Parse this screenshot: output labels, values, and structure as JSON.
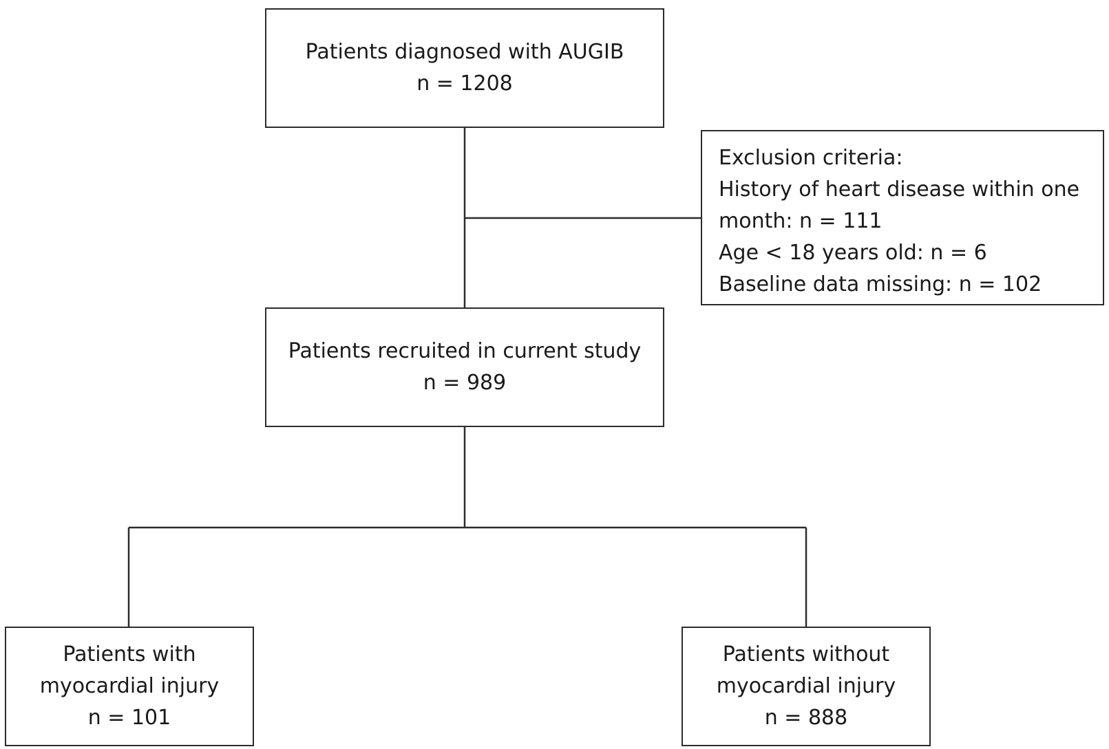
{
  "nodes": {
    "start": {
      "title": "Patients diagnosed with  AUGIB",
      "count": "n = 1208"
    },
    "exclusion": {
      "lines": [
        "Exclusion criteria:",
        "History of heart disease within one",
        "month:  n = 111",
        "Age < 18 years old: n = 6",
        "Baseline data missing: n = 102"
      ]
    },
    "recruited": {
      "title": "Patients recruited  in current  study",
      "count": "n = 989"
    },
    "with_injury": {
      "line1": "Patients with",
      "line2": "myocardial injury",
      "count": "n = 101"
    },
    "without_injury": {
      "line1": "Patients without",
      "line2": "myocardial injury",
      "count": "n = 888"
    }
  },
  "edges": [
    {
      "from": "start",
      "to": "recruited"
    },
    {
      "from": "start",
      "to": "exclusion"
    },
    {
      "from": "recruited",
      "to": "with_injury"
    },
    {
      "from": "recruited",
      "to": "without_injury"
    }
  ],
  "colors": {
    "stroke": "#2b2b2b",
    "text": "#1a1a1a",
    "background": "#ffffff"
  }
}
